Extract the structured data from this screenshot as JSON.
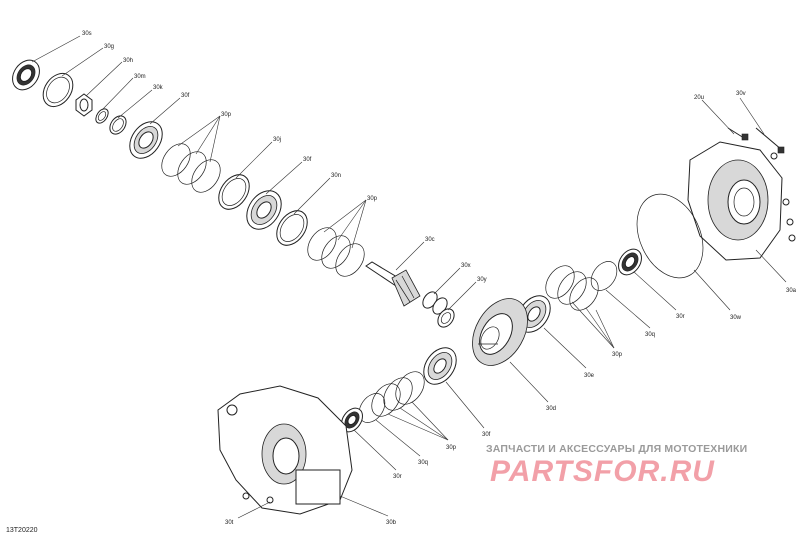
{
  "diagram_code": "13T20220",
  "watermark": {
    "tagline": "ЗАПЧАСТИ И АКСЕССУАРЫ ДЛЯ МОТОТЕХНИКИ",
    "logo": "PARTSFOR.RU"
  },
  "callouts": [
    {
      "id": "30s_top",
      "text": "30s"
    },
    {
      "id": "30g",
      "text": "30g"
    },
    {
      "id": "30h",
      "text": "30h"
    },
    {
      "id": "30m",
      "text": "30m"
    },
    {
      "id": "30k",
      "text": "30k"
    },
    {
      "id": "30f_top",
      "text": "30f"
    },
    {
      "id": "30p_top",
      "text": "30p"
    },
    {
      "id": "30j",
      "text": "30j"
    },
    {
      "id": "30f_mid",
      "text": "30f"
    },
    {
      "id": "30n",
      "text": "30n"
    },
    {
      "id": "30p_mid",
      "text": "30p"
    },
    {
      "id": "30c",
      "text": "30c"
    },
    {
      "id": "30x",
      "text": "30x"
    },
    {
      "id": "30y",
      "text": "30y"
    },
    {
      "id": "20u",
      "text": "20u"
    },
    {
      "id": "30v",
      "text": "30v"
    },
    {
      "id": "30a",
      "text": "30a"
    },
    {
      "id": "30w",
      "text": "30w"
    },
    {
      "id": "30r_right",
      "text": "30r"
    },
    {
      "id": "30q_right",
      "text": "30q"
    },
    {
      "id": "30p_right",
      "text": "30p"
    },
    {
      "id": "30e",
      "text": "30e"
    },
    {
      "id": "30d",
      "text": "30d"
    },
    {
      "id": "30f_low",
      "text": "30f"
    },
    {
      "id": "30p_low",
      "text": "30p"
    },
    {
      "id": "30q_low",
      "text": "30q"
    },
    {
      "id": "30r_low",
      "text": "30r"
    },
    {
      "id": "30t",
      "text": "30t"
    },
    {
      "id": "30b",
      "text": "30b"
    }
  ]
}
